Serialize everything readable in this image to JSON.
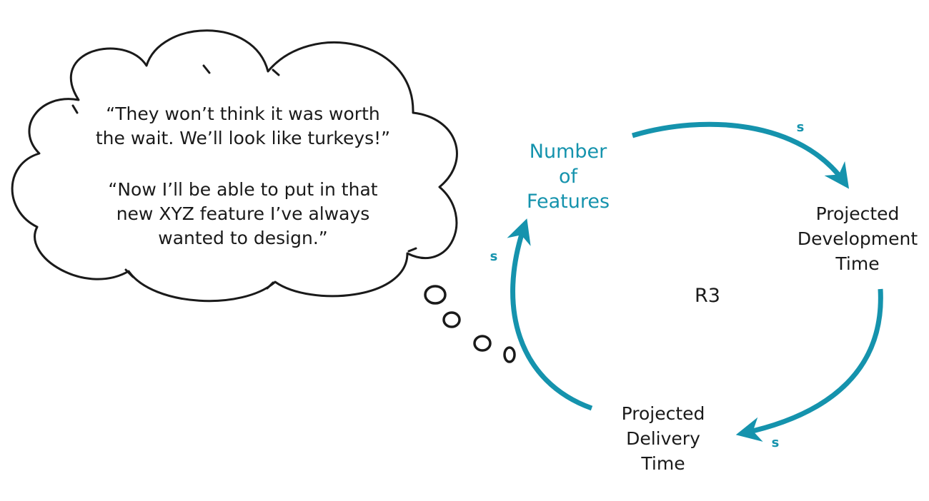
{
  "colors": {
    "link": "#1593ad",
    "ink": "#1a1a1a",
    "highlight_text": "#1593ad",
    "background": "#ffffff"
  },
  "thought_bubble": {
    "quote_1": [
      "“They won’t think it was worth",
      "the wait. We’ll look like turkeys!”"
    ],
    "quote_2": [
      "“Now I’ll be able to put in that",
      "new XYZ feature I’ve always",
      "wanted to design.”"
    ]
  },
  "loop": {
    "label": "R3",
    "nodes": {
      "number_of_features": [
        "Number",
        "of",
        "Features"
      ],
      "projected_development_time": [
        "Projected",
        "Development",
        "Time"
      ],
      "projected_delivery_time": [
        "Projected",
        "Delivery",
        "Time"
      ]
    },
    "links": [
      {
        "from": "Number of Features",
        "to": "Projected Development Time",
        "polarity": "s"
      },
      {
        "from": "Projected Development Time",
        "to": "Projected Delivery Time",
        "polarity": "s"
      },
      {
        "from": "Projected Delivery Time",
        "to": "Number of Features",
        "polarity": "s"
      }
    ]
  }
}
